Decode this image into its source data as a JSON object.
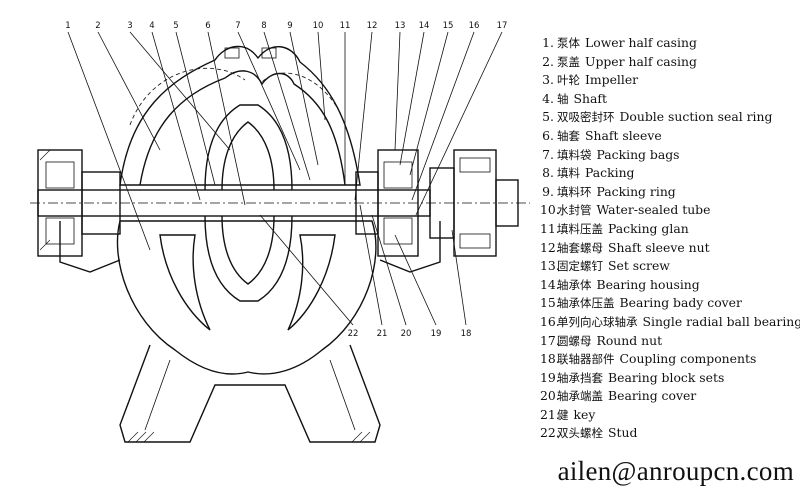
{
  "legend": {
    "items": [
      {
        "num": "1.",
        "zh": "泵体",
        "en": "Lower half casing"
      },
      {
        "num": "2.",
        "zh": "泵盖",
        "en": "Upper half casing"
      },
      {
        "num": "3.",
        "zh": "叶轮",
        "en": "Impeller"
      },
      {
        "num": "4.",
        "zh": "轴",
        "en": "Shaft"
      },
      {
        "num": "5.",
        "zh": "双吸密封环",
        "en": "Double suction seal ring"
      },
      {
        "num": "6.",
        "zh": "轴套",
        "en": "Shaft sleeve"
      },
      {
        "num": "7.",
        "zh": "填料袋",
        "en": "Packing bags"
      },
      {
        "num": "8.",
        "zh": "填料",
        "en": "Packing"
      },
      {
        "num": "9.",
        "zh": "填料环",
        "en": "Packing ring"
      },
      {
        "num": "10.",
        "zh": "水封管",
        "en": "Water-sealed tube"
      },
      {
        "num": "11.",
        "zh": "填料压盖",
        "en": "Packing glan"
      },
      {
        "num": "12.",
        "zh": "轴套螺母",
        "en": "Shaft sleeve nut"
      },
      {
        "num": "13.",
        "zh": "固定螺钉",
        "en": "Set screw"
      },
      {
        "num": "14.",
        "zh": "轴承体",
        "en": "Bearing housing"
      },
      {
        "num": "15.",
        "zh": "轴承体压盖",
        "en": "Bearing bady cover"
      },
      {
        "num": "16.",
        "zh": "单列向心球轴承",
        "en": "Single radial ball bearing"
      },
      {
        "num": "17.",
        "zh": "圆螺母",
        "en": "Round nut"
      },
      {
        "num": "18.",
        "zh": "联轴器部件",
        "en": "Coupling components"
      },
      {
        "num": "19.",
        "zh": "轴承挡套",
        "en": "Bearing block sets"
      },
      {
        "num": "20.",
        "zh": "轴承端盖",
        "en": "Bearing cover"
      },
      {
        "num": "21.",
        "zh": "健",
        "en": "key"
      },
      {
        "num": "22.",
        "zh": "双头螺栓",
        "en": "Stud"
      }
    ]
  },
  "callouts": {
    "top": [
      "1",
      "2",
      "3",
      "4",
      "5",
      "6",
      "7",
      "8",
      "9",
      "10",
      "11",
      "12",
      "13",
      "14",
      "15",
      "16",
      "17"
    ],
    "bottom": [
      "22",
      "21",
      "20",
      "19",
      "18"
    ]
  },
  "email": "ailen@anroupcn.com"
}
